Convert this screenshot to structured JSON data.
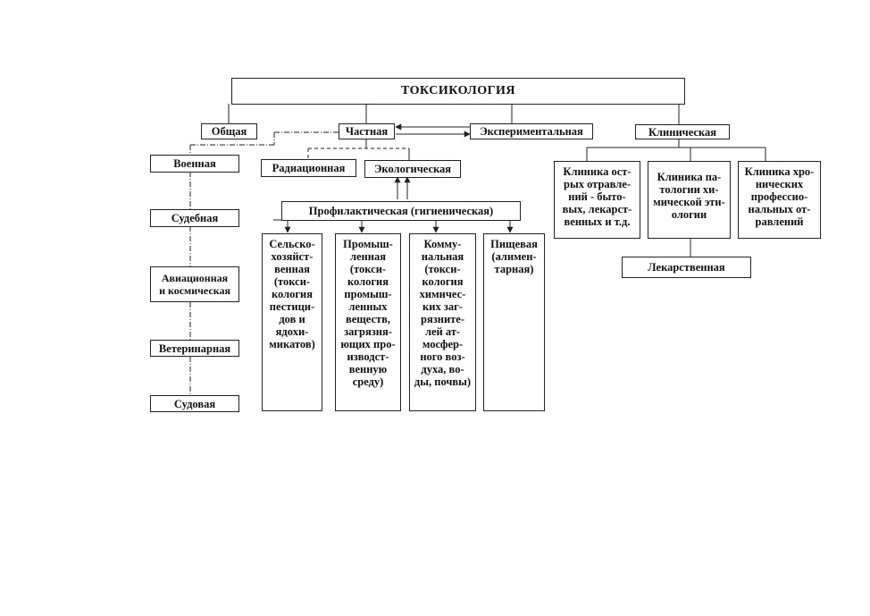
{
  "diagram": {
    "title": "ТОКСИКОЛОГИЯ",
    "branches": {
      "general": "Общая",
      "particular": "Частная",
      "experimental": "Экспериментальная",
      "clinical": "Клиническая"
    },
    "particular_sub": {
      "radiation": "Радиационная",
      "ecological": "Экологическая",
      "preventive": "Профилактическая (гигиеническая)"
    },
    "left_column": [
      "Военная",
      "Судебная",
      "Авиационная\nи космическая",
      "Ветеринарная",
      "Судовая"
    ],
    "hygiene_boxes": [
      "Сельско-\nхозяйст-\nвенная\n(токси-\nкология\nпестици-\nдов и\nядохи-\nмикатов)",
      "Промыш-\nленная\n(токси-\nкология\nпромыш-\nленных\nвеществ,\nзагрязня-\nющих про-\nизводст-\nвенную\nсреду)",
      "Комму-\nнальная\n(токси-\nкология\nхимичес-\nких заг-\nрязните-\nлей ат-\nмосфер-\nного воз-\nдуха, во-\nды, почвы)",
      "Пищевая\n(алимен-\nтарная)"
    ],
    "clinical_boxes": [
      "Клиника ост-\nрых отравле-\nний - быто-\nвых, лекарст-\nвенных и т.д.",
      "Клиника па-\nтологии хи-\nмической эти-\nологии",
      "Клиника хро-\nнических\nпрофессио-\nнальных от-\nравлений"
    ],
    "medicinal": "Лекарственная"
  }
}
